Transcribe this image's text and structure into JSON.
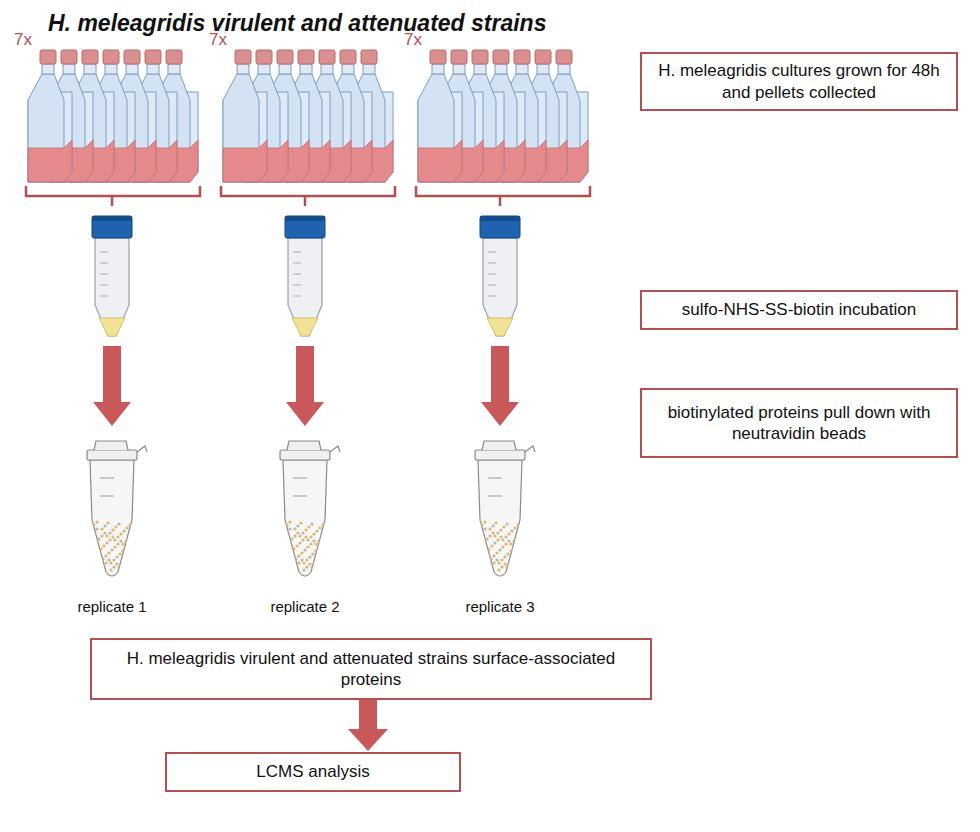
{
  "diagram": {
    "title": "H. meleagridis virulent and attenuated strains",
    "nodes": [
      {
        "text": [
          "H. meleagridis cultures grown for 48h and pellets collected"
        ]
      },
      {
        "text": [
          "sulfo-NHS-SS-biotin incubation"
        ]
      },
      {
        "text": [
          "biotinylated proteins pull down with neutravidin beads"
        ]
      },
      {
        "text": [
          "H. meleagridis virulent and attenuated strains surface-associated proteins"
        ]
      },
      {
        "text": [
          "LCMS analysis"
        ]
      }
    ],
    "edges": [
      {
        "from": 3,
        "to": 4,
        "arrow": "to"
      }
    ],
    "labels": [
      "7x",
      "7x",
      "7x",
      "replicate 1",
      "replicate 2",
      "replicate 3"
    ]
  }
}
